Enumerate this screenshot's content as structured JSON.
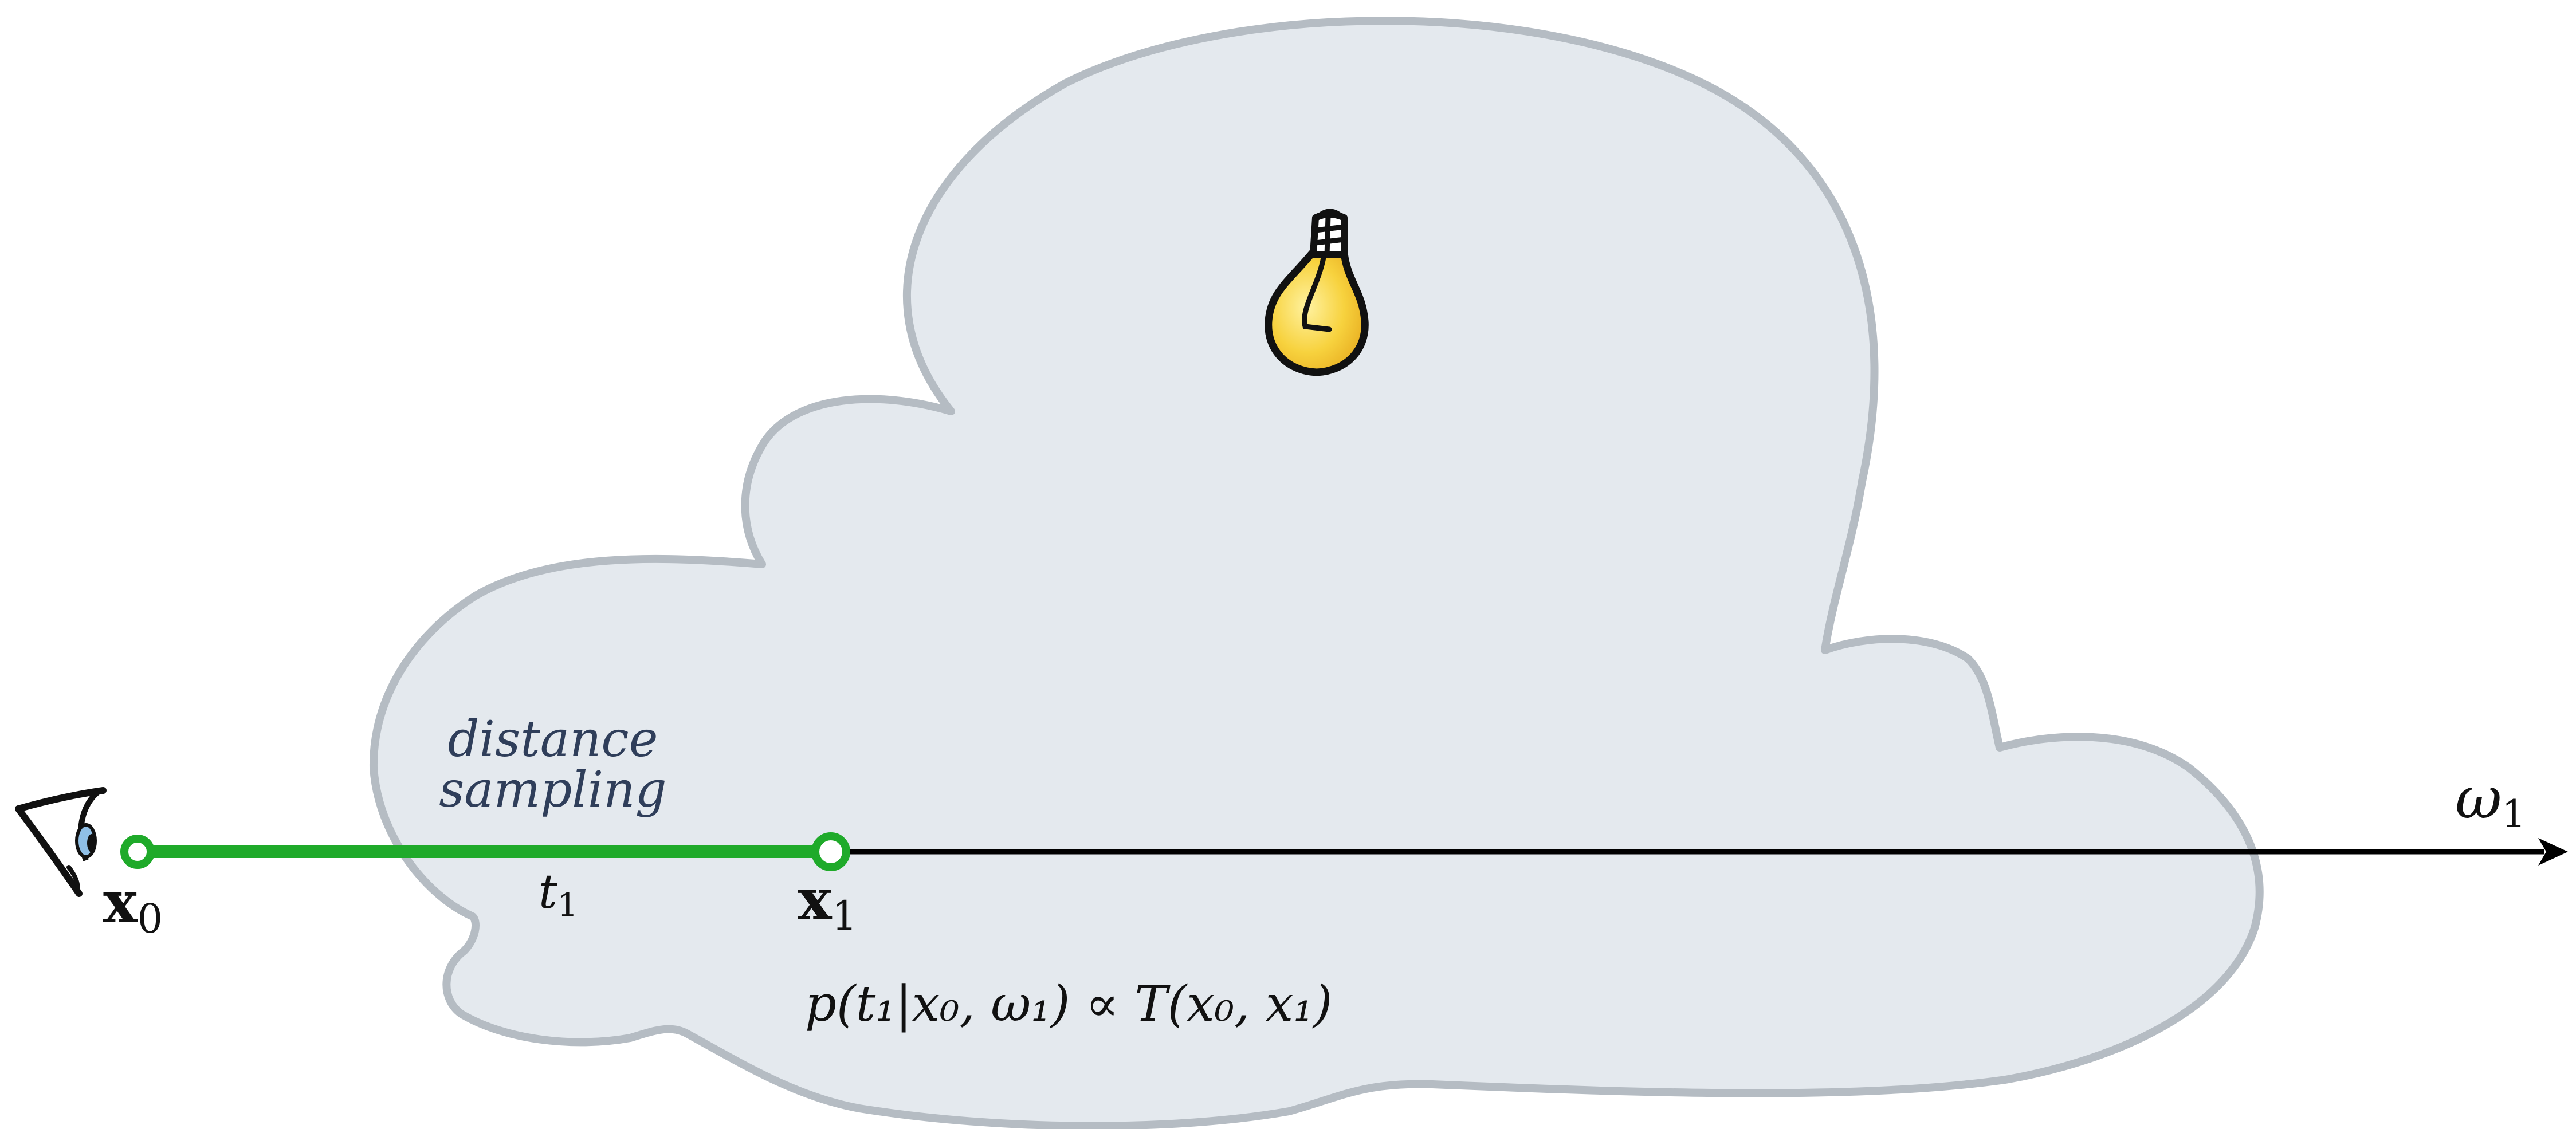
{
  "colors": {
    "medium_fill": "#e4e9ee",
    "medium_stroke": "#b5bcc3",
    "sampled_segment": "#1faa2a",
    "ray": "#000000",
    "bulb_glass": "#f7cf3a",
    "bulb_outline": "#111111",
    "eye_iris": "#8fbfe6",
    "annotation_text": "#2f3e5a"
  },
  "icons": {
    "viewer": "eye-icon",
    "light": "light-bulb-icon"
  },
  "labels": {
    "origin_point": "x",
    "origin_subscript": "0",
    "sample_point": "x",
    "sample_point_subscript": "1",
    "distance": "t",
    "distance_subscript": "1",
    "direction": "ω",
    "direction_subscript": "1",
    "annotation_line1": "distance",
    "annotation_line2": "sampling",
    "pdf_formula": "p(t₁|x₀, ω₁) ∝ T(x₀, x₁)"
  }
}
